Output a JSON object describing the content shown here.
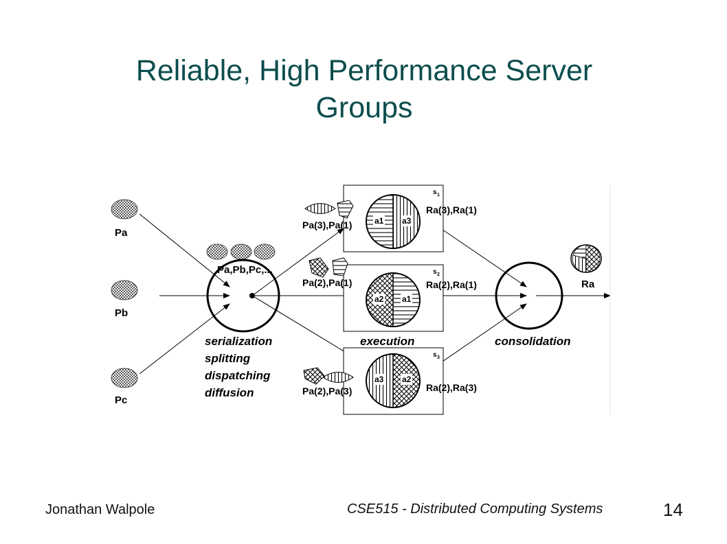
{
  "slide": {
    "title_line1": "Reliable, High Performance Server",
    "title_line2": "Groups",
    "footer_author": "Jonathan Walpole",
    "footer_course": "CSE515 - Distributed Computing Systems",
    "page_number": "14"
  },
  "diagram": {
    "inputs": [
      "Pa",
      "Pb",
      "Pc"
    ],
    "queue_label": "Pa,Pb,Pc,...",
    "dispatcher_labels": [
      "serialization",
      "splitting",
      "dispatching",
      "diffusion"
    ],
    "servers": [
      {
        "id": "s1",
        "sub": "1",
        "segments": [
          "a1",
          "a3"
        ],
        "request": "Pa(3),Pa(1)",
        "result": "Ra(3),Ra(1)"
      },
      {
        "id": "s2",
        "sub": "2",
        "segments": [
          "a2",
          "a1"
        ],
        "request": "Pa(2),Pa(1)",
        "result": "Ra(2),Ra(1)"
      },
      {
        "id": "s3",
        "sub": "3",
        "segments": [
          "a3",
          "a2"
        ],
        "request": "Pa(2),Pa(3)",
        "result": "Ra(2),Ra(3)"
      }
    ],
    "execution_label": "execution",
    "consolidation_label": "consolidation",
    "output_label": "Ra"
  },
  "colors": {
    "title": "#0d4d4d",
    "line": "#000000",
    "dot_fill": "#bdbdbd"
  }
}
